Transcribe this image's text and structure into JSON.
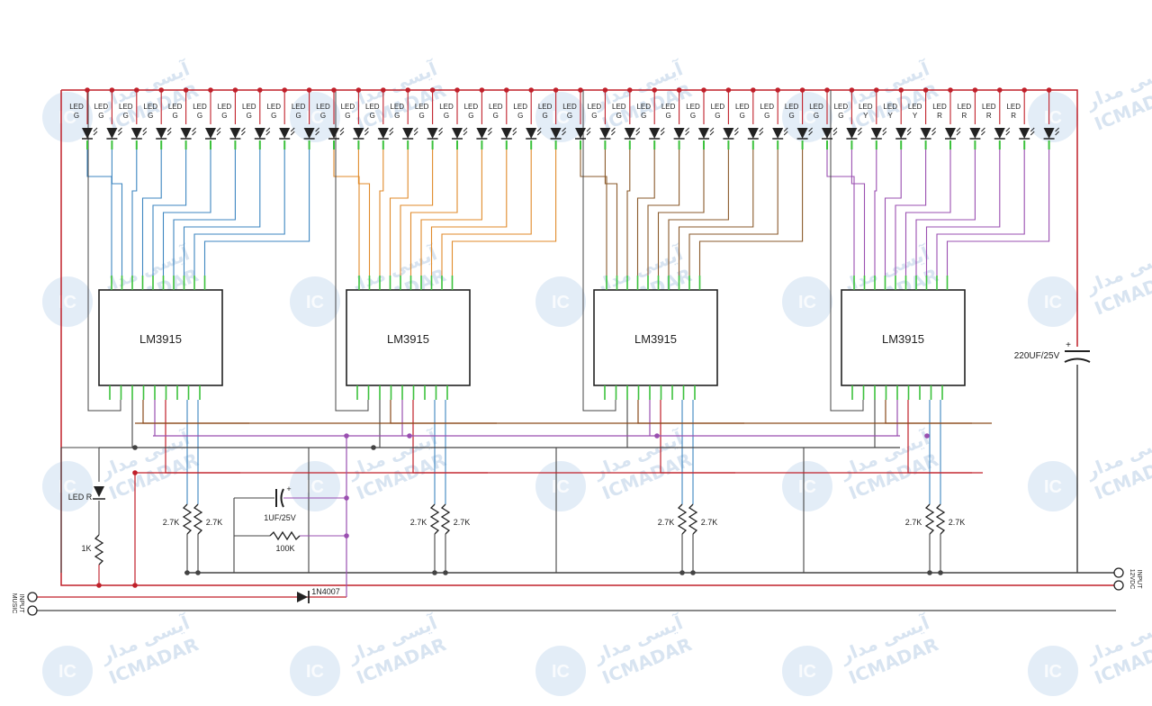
{
  "watermark": {
    "latin": "ICMADAR",
    "persian": "آیسی مدار",
    "logo": "IC",
    "logo_small": "MADAR"
  },
  "chips": [
    {
      "label": "LM3915"
    },
    {
      "label": "LM3915"
    },
    {
      "label": "LM3915"
    },
    {
      "label": "LM3915"
    }
  ],
  "led_labels": [
    "G",
    "G",
    "G",
    "G",
    "G",
    "G",
    "G",
    "G",
    "G",
    "G",
    "G",
    "G",
    "G",
    "G",
    "G",
    "G",
    "G",
    "G",
    "G",
    "G",
    "G",
    "G",
    "G",
    "G",
    "G",
    "G",
    "G",
    "G",
    "G",
    "G",
    "G",
    "G",
    "Y",
    "Y",
    "Y",
    "R",
    "R",
    "R",
    "R"
  ],
  "led_prefix": "LED",
  "components": {
    "cap_main": "220UF/25V",
    "cap_input": "1UF/25V",
    "res_input": "100K",
    "res_led": "1K",
    "led_status": "LED R",
    "diode": "1N4007",
    "res_27k": "2.7K"
  },
  "connectors": {
    "input_music": [
      "INPUT",
      "MUSIC"
    ],
    "input_power": [
      "INPUT",
      "12VDC"
    ]
  },
  "colors": {
    "vcc": "#c0202a",
    "gnd": "#444444",
    "chip1": "#3d86c0",
    "chip2": "#e08a2a",
    "chip3": "#8a5a2b",
    "chip4": "#9a4fb0",
    "ref": "#8a4a1a",
    "signal": "#9a4fb0",
    "pin": "#3cc13c"
  }
}
